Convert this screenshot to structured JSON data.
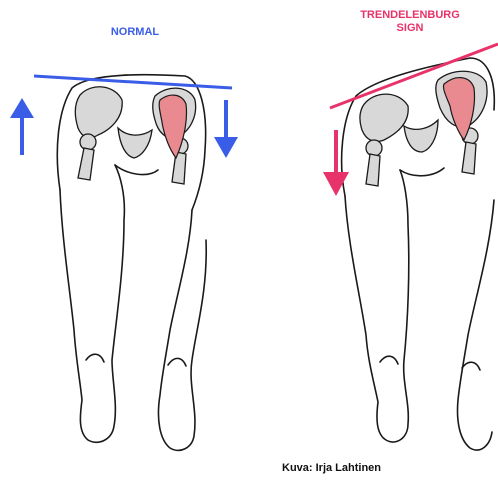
{
  "panels": {
    "normal": {
      "title": "NORMAL",
      "color": "#3a5de8"
    },
    "trendelenburg": {
      "title_line1": "TRENDELENBURG",
      "title_line2": "SIGN",
      "color": "#e8336a"
    }
  },
  "credit": "Kuva: Irja Lahtinen",
  "colors": {
    "outline": "#1a1a1a",
    "bone_fill": "#d8d8d8",
    "muscle_fill": "#e88a8f"
  }
}
